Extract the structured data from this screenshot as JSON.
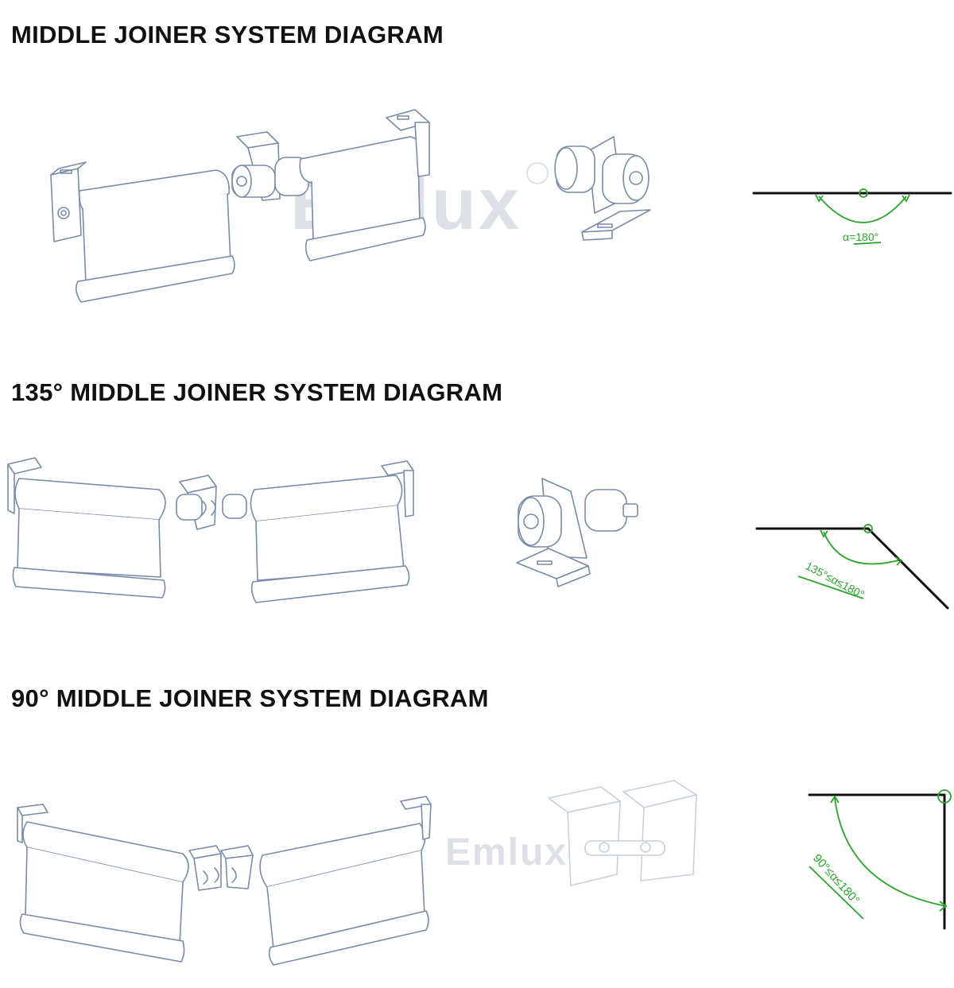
{
  "sections": [
    {
      "title": "MIDDLE JOINER SYSTEM DIAGRAM",
      "angle_label": "α=180°"
    },
    {
      "title": "135° MIDDLE JOINER SYSTEM DIAGRAM",
      "angle_label": "135°≤α≤180°"
    },
    {
      "title": "90° MIDDLE JOINER SYSTEM DIAGRAM",
      "angle_label": "90°≤α≤180°"
    }
  ],
  "watermark": "Emlux",
  "colors": {
    "outline": "#7a8aa8",
    "angle_arc": "#2aa52a",
    "angle_line": "#111111",
    "watermark": "#dde0e6"
  }
}
